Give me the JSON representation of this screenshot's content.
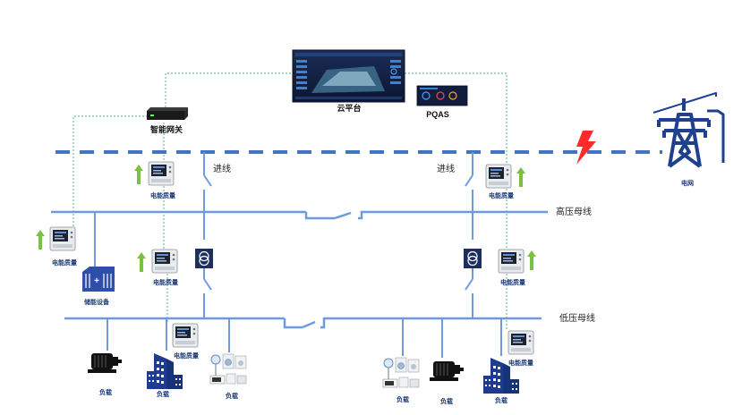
{
  "labels": {
    "cloud_platform": "云平台",
    "pqas": "PQAS",
    "gateway": "智能网关",
    "grid": "电网",
    "incoming_line_left": "进线",
    "incoming_line_right": "进线",
    "hv_bus": "高压母线",
    "lv_bus": "低压母线",
    "energy_storage": "储能设备",
    "pq_meter": "电能质量",
    "load": "负载"
  },
  "colors": {
    "bus_line": "#6f9ae0",
    "main_dashed": "#4472c4",
    "comm_dashed": "#3cb371",
    "icon_blue": "#2e4fa8",
    "arrow_green": "#7ac143",
    "lightning": "#ff2a2a"
  },
  "icons": {
    "grid": "transmission-tower-icon",
    "meter": "power-quality-meter-icon",
    "transformer": "transformer-icon",
    "motor": "motor-icon",
    "building": "building-icon",
    "appliances": "appliances-icon",
    "storage": "energy-storage-icon",
    "fault": "lightning-icon"
  }
}
